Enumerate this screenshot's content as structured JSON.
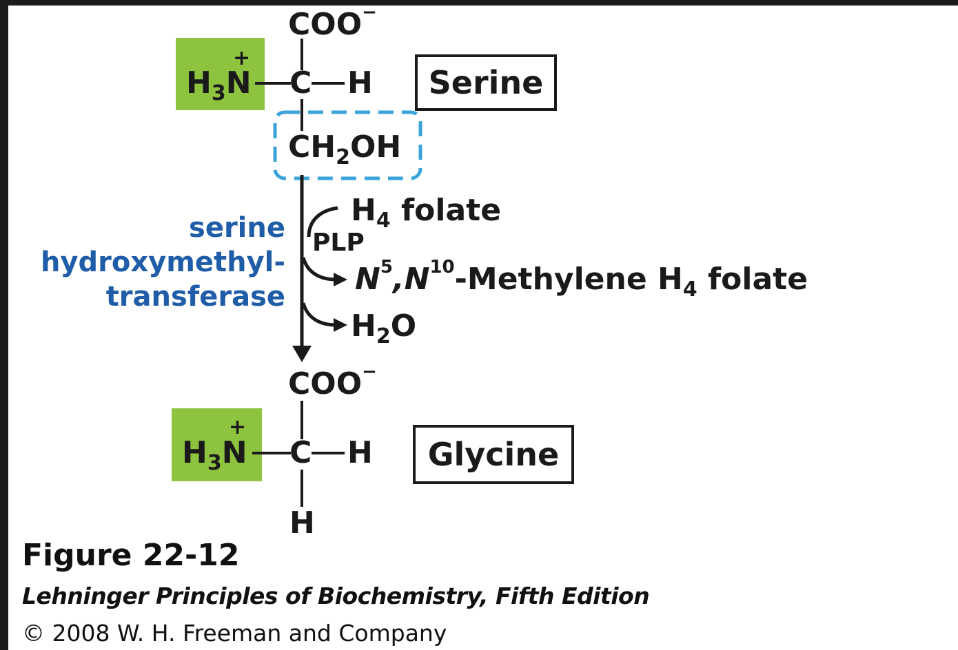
{
  "serine": {
    "carboxylate": "COO",
    "charge_minus": "−",
    "alpha_carbon": "C",
    "hydrogen": "H",
    "amine_prefix": "H",
    "amine_sub": "3",
    "amine_n": "N",
    "amine_plus": "+",
    "side_chain_prefix": "CH",
    "side_chain_sub": "2",
    "side_chain_suffix": "OH",
    "label": "Serine"
  },
  "reaction": {
    "enzyme_lines": [
      "serine",
      "hydroxymethyl-",
      "transferase"
    ],
    "cofactor": "PLP",
    "substrate_prefix": "H",
    "substrate_sub": "4",
    "substrate_suffix": " folate",
    "product1_n5": "N",
    "product1_sup5": "5",
    "product1_comma": ",",
    "product1_n10": "N",
    "product1_sup10": "10",
    "product1_rest": "-Methylene H",
    "product1_sub": "4",
    "product1_suffix": " folate",
    "product2_prefix": "H",
    "product2_sub": "2",
    "product2_suffix": "O"
  },
  "glycine": {
    "carboxylate": "COO",
    "charge_minus": "−",
    "alpha_carbon": "C",
    "hydrogen": "H",
    "bottom_hydrogen": "H",
    "amine_prefix": "H",
    "amine_sub": "3",
    "amine_n": "N",
    "amine_plus": "+",
    "label": "Glycine"
  },
  "caption": {
    "title": "Figure 22-12",
    "book": "Lehninger Principles of Biochemistry, Fifth Edition",
    "copyright": "© 2008 W. H. Freeman and Company"
  },
  "colors": {
    "amine_highlight": "#8dc33f",
    "enzyme_text": "#1f5da8",
    "dashed_box": "#3aa3d9"
  }
}
